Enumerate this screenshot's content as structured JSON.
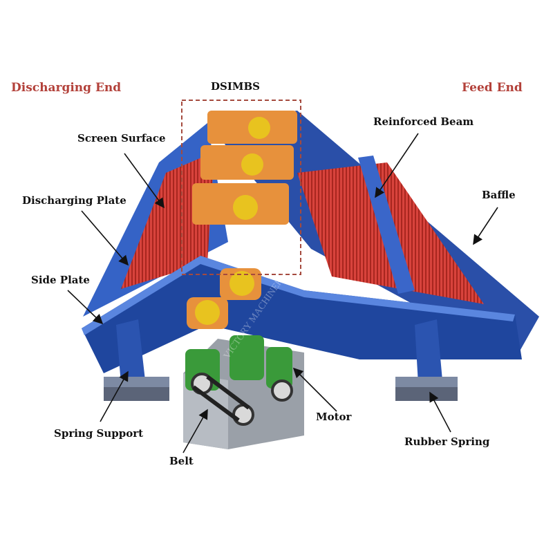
{
  "labels": {
    "discharging_end": "Discharging End",
    "feed_end": "Feed End",
    "dsimbs": "DSIMBS",
    "screen_surface": "Screen Surface",
    "reinforced_beam": "Reinforced Beam",
    "discharging_plate": "Discharging Plate",
    "baffle": "Baffle",
    "side_plate": "Side Plate",
    "spring_support": "Spring Support",
    "motor": "Motor",
    "rubber_spring": "Rubber Spring",
    "belt": "Belt"
  },
  "watermark": "VICTORY MACHINERY",
  "colors": {
    "end_label": "#b3413a",
    "frame_blue": "#2f56b8",
    "screen_red": "#d8433c",
    "exciter_orange": "#e7913c",
    "bearing_yellow": "#e8c31f",
    "motor_green": "#3a9a3a",
    "highlight_box": "#a54a3e"
  }
}
